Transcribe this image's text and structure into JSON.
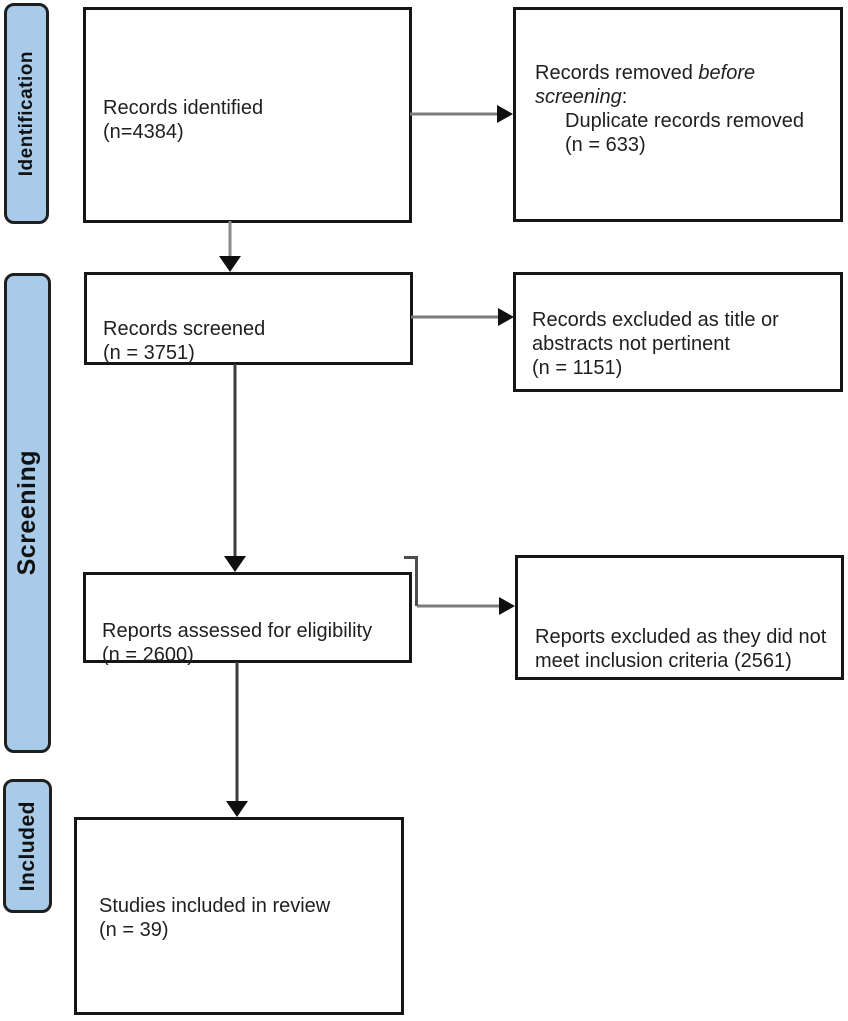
{
  "stages": [
    {
      "id": "identification",
      "label": "Identification"
    },
    {
      "id": "screening",
      "label": "Screening"
    },
    {
      "id": "included",
      "label": "Included"
    }
  ],
  "boxes": {
    "identified": {
      "line1": "Records identified",
      "line2": "(n=4384)"
    },
    "removed_before_screening": {
      "prefix": "Records removed ",
      "italic1": "before",
      "italic2": "screening",
      "suffix": ":",
      "sub_line1": "Duplicate records removed",
      "sub_line2": "(n = 633)"
    },
    "screened": {
      "line1": "Records screened",
      "line2": "(n = 3751)"
    },
    "excluded_title_abstract": {
      "line1": "Records excluded as title or",
      "line2": "abstracts not pertinent",
      "line3": "(n = 1151)"
    },
    "assessed_eligibility": {
      "line1": "Reports assessed for eligibility",
      "line2": "(n = 2600)"
    },
    "excluded_criteria": {
      "line1": "Reports excluded as they did not",
      "line2": "meet inclusion criteria (2561)"
    },
    "included_review": {
      "line1": "Studies included in review",
      "line2": "(n = 39)"
    }
  },
  "colors": {
    "stage_label_fill": "#a7cbe9",
    "stage_label_border": "#1f1f1f",
    "box_border": "#161616",
    "box_fill": "#ffffff",
    "arrow_shaft_horizontal": "#7b7b7b",
    "arrow_shaft_vertical": "#3d3d3d",
    "arrowhead": "#0f0f0f",
    "background": "#ffffff"
  }
}
